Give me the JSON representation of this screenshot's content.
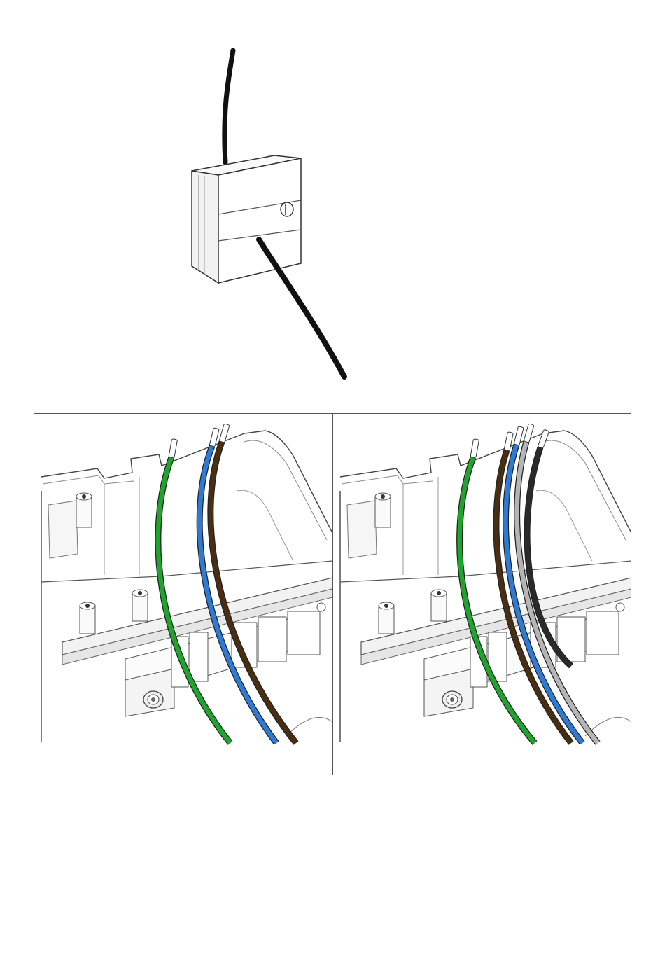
{
  "figures": {
    "top": {
      "icons": [
        "sensor-box-icon",
        "cable-icon"
      ]
    },
    "left": {
      "caption": "",
      "wires": [
        {
          "color_name": "green",
          "hex": "#1fa52e"
        },
        {
          "color_name": "blue",
          "hex": "#2e7bd6"
        },
        {
          "color_name": "brown",
          "hex": "#4a2e12"
        }
      ]
    },
    "right": {
      "caption": "",
      "wires": [
        {
          "color_name": "green",
          "hex": "#1fa52e"
        },
        {
          "color_name": "brown",
          "hex": "#4a2e12"
        },
        {
          "color_name": "blue",
          "hex": "#2e7bd6"
        },
        {
          "color_name": "grey",
          "hex": "#b5b5b5"
        },
        {
          "color_name": "black",
          "hex": "#2a2a2a"
        }
      ]
    }
  }
}
